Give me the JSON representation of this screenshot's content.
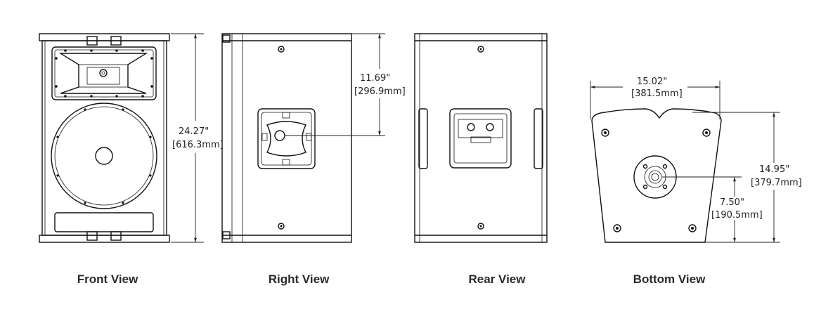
{
  "views": [
    {
      "label": "Front View"
    },
    {
      "label": "Right View"
    },
    {
      "label": "Rear View"
    },
    {
      "label": "Bottom View"
    }
  ],
  "dimensions": {
    "height": {
      "in": "24.27\"",
      "mm": "[616.3mm]"
    },
    "mount_height": {
      "in": "11.69\"",
      "mm": "[296.9mm]"
    },
    "width": {
      "in": "15.02\"",
      "mm": "[381.5mm]"
    },
    "depth": {
      "in": "14.95\"",
      "mm": "[379.7mm]"
    },
    "pole_offset": {
      "in": "7.50\"",
      "mm": "[190.5mm]"
    }
  }
}
